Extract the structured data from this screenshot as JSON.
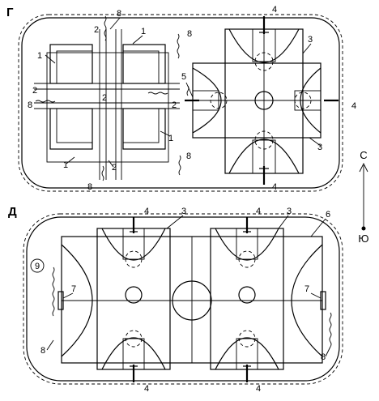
{
  "figure": {
    "panel_g_label": "Г",
    "panel_d_label": "Д",
    "compass": {
      "north": "С",
      "south": "Ю"
    }
  },
  "panel_g_callouts": [
    "8",
    "2",
    "1",
    "8",
    "1",
    "2",
    "2",
    "8",
    "2",
    "1",
    "1",
    "2",
    "8",
    "8",
    "4",
    "3",
    "5",
    "4",
    "3",
    "4"
  ],
  "panel_d_callouts": [
    "4",
    "3",
    "4",
    "3",
    "6",
    "9",
    "7",
    "7",
    "8",
    "8",
    "4",
    "4"
  ]
}
